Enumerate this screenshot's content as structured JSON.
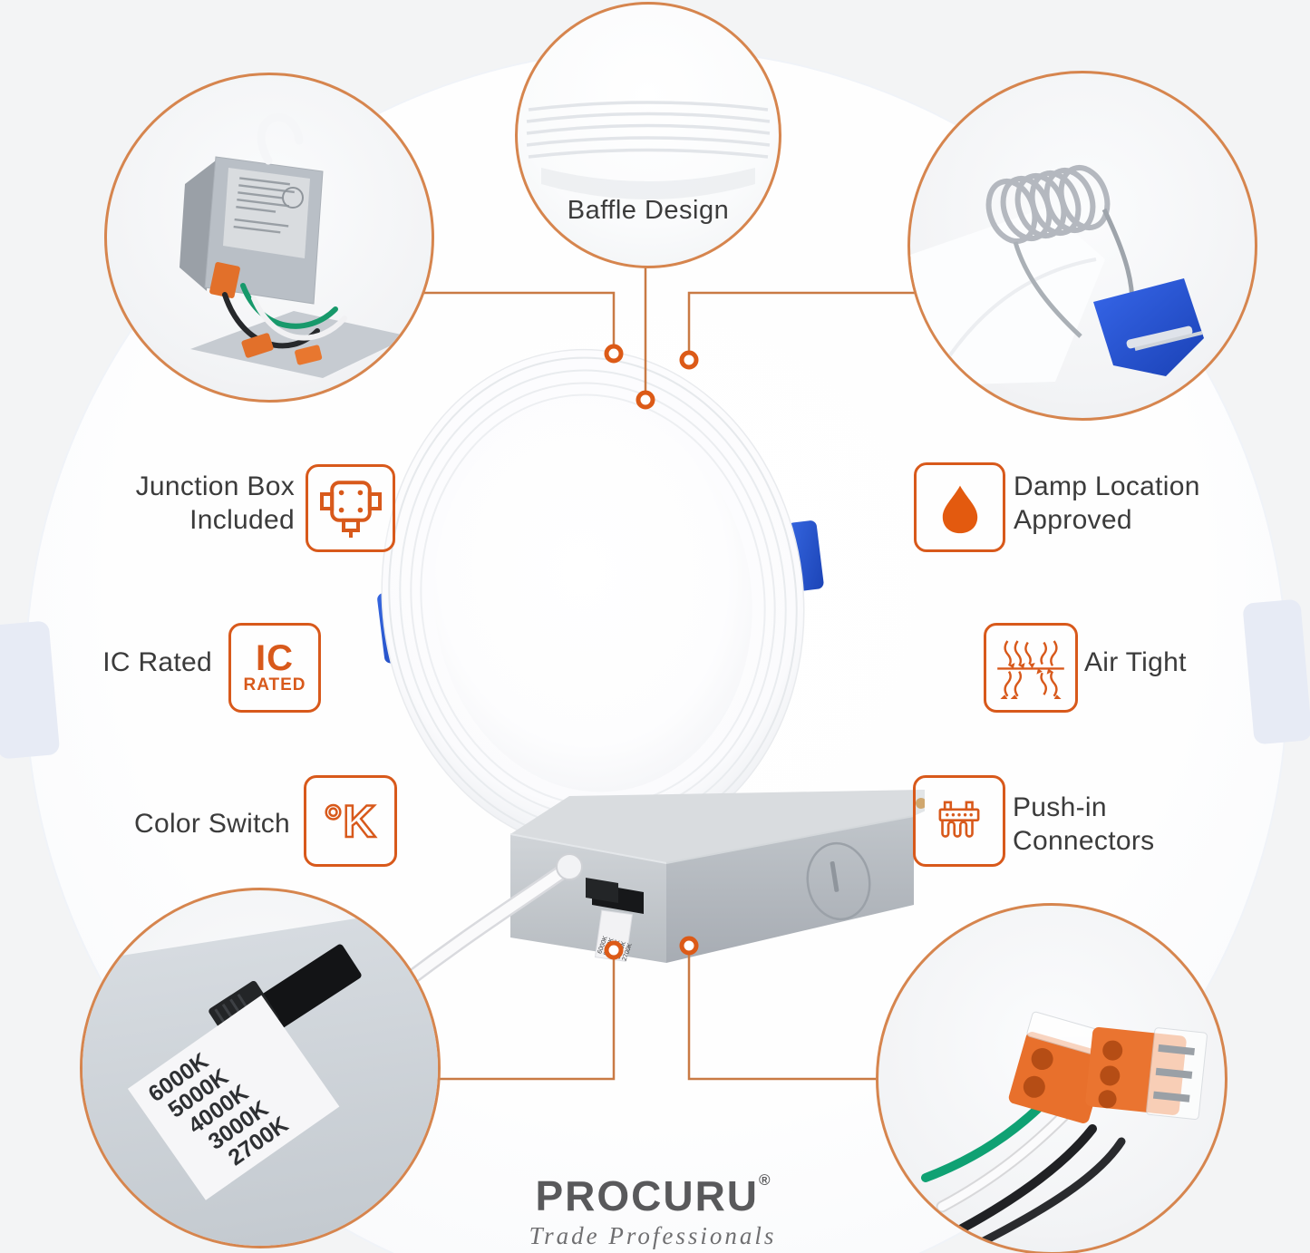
{
  "brand": {
    "name": "PROCURU",
    "registered_mark": "®",
    "tagline": "Trade Professionals"
  },
  "features": {
    "baffle": {
      "label": "Baffle Design"
    },
    "junction_box": {
      "line1": "Junction Box",
      "line2": "Included",
      "icon": "junction-box-icon"
    },
    "ic_rated": {
      "label": "IC Rated",
      "icon_line1": "IC",
      "icon_line2": "RATED",
      "icon": "ic-rated-icon"
    },
    "color_switch": {
      "label": "Color Switch",
      "icon_text": "°K",
      "icon": "kelvin-icon"
    },
    "damp_location": {
      "line1": "Damp Location",
      "line2": "Approved",
      "icon": "water-drop-icon"
    },
    "air_tight": {
      "label": "Air Tight",
      "icon": "air-flow-icon"
    },
    "push_in": {
      "line1": "Push-in",
      "line2": "Connectors",
      "icon": "push-in-connector-icon"
    }
  },
  "color_temperatures": [
    "6000K",
    "5000K",
    "4000K",
    "3000K",
    "2700K"
  ],
  "colors": {
    "accent_orange": "#D8591B",
    "line_orange": "#C97A44",
    "photo_ring_orange": "#D6854E",
    "clip_blue": "#2B57D8",
    "connector_orange": "#E8702C",
    "text_dark": "#3B3B3B",
    "brand_gray": "#59595B"
  }
}
